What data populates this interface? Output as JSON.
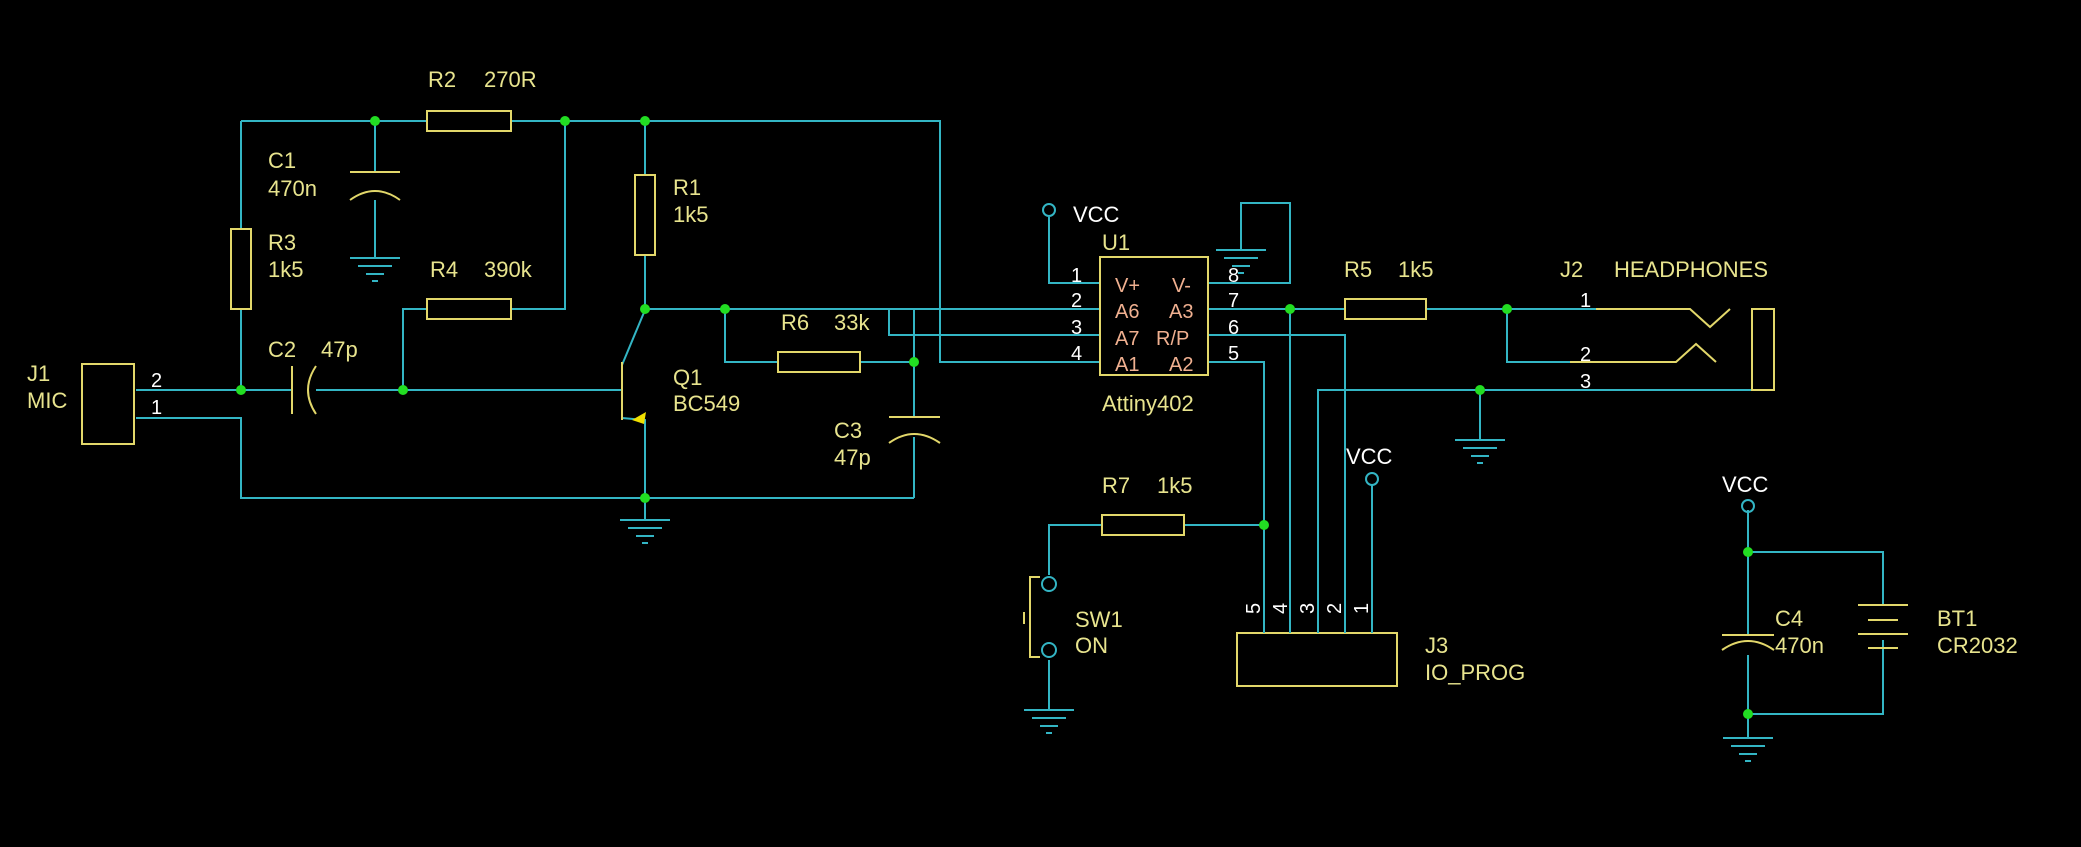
{
  "components": {
    "r2": {
      "ref": "R2",
      "value": "270R"
    },
    "c1": {
      "ref": "C1",
      "value": "470n"
    },
    "r1": {
      "ref": "R1",
      "value": "1k5"
    },
    "r3": {
      "ref": "R3",
      "value": "1k5"
    },
    "r4": {
      "ref": "R4",
      "value": "390k"
    },
    "c2": {
      "ref": "C2",
      "value": "47p"
    },
    "j1": {
      "ref": "J1",
      "value": "MIC",
      "pins": [
        "2",
        "1"
      ]
    },
    "q1": {
      "ref": "Q1",
      "value": "BC549"
    },
    "r6": {
      "ref": "R6",
      "value": "33k"
    },
    "c3": {
      "ref": "C3",
      "value": "47p"
    },
    "u1": {
      "ref": "U1",
      "value": "Attiny402",
      "left_pins": [
        "1",
        "2",
        "3",
        "4"
      ],
      "left_labels": [
        "V+",
        "A6",
        "A7",
        "A1"
      ],
      "right_pins": [
        "8",
        "7",
        "6",
        "5"
      ],
      "right_labels": [
        "V-",
        "A3",
        "R/P",
        "A2"
      ]
    },
    "r5": {
      "ref": "R5",
      "value": "1k5"
    },
    "j2": {
      "ref": "J2",
      "value": "HEADPHONES",
      "pins": [
        "1",
        "2",
        "3"
      ]
    },
    "r7": {
      "ref": "R7",
      "value": "1k5"
    },
    "sw1": {
      "ref": "SW1",
      "value": "ON"
    },
    "j3": {
      "ref": "J3",
      "value": "IO_PROG",
      "pins": [
        "5",
        "4",
        "3",
        "2",
        "1"
      ]
    },
    "c4": {
      "ref": "C4",
      "value": "470n"
    },
    "bt1": {
      "ref": "BT1",
      "value": "CR2032"
    }
  },
  "power": {
    "vcc": "VCC"
  },
  "colors": {
    "background": "#000000",
    "wire": "#33b5c4",
    "component": "#e2d76a",
    "junction": "#22dd22",
    "text": "#e8e48e",
    "pin_label": "#f0b090"
  }
}
